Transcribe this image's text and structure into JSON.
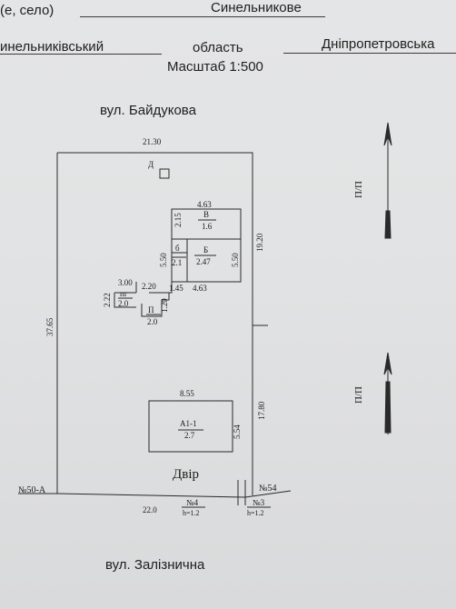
{
  "header": {
    "settlement_type_label": "(е, село)",
    "settlement_value": "Синельникове",
    "district_value": "инельниківський",
    "region_label": "область",
    "region_value": "Дніпропетровська",
    "scale_label": "Масштаб 1:500"
  },
  "streets": {
    "top": "вул. Байдукова",
    "bottom": "вул. Залізнична"
  },
  "plot": {
    "width_top": "21.30",
    "left_side": "37.65",
    "right_upper": "19.20",
    "right_lower": "17.80",
    "bottom_left": "22.0",
    "yard_label": "Двір"
  },
  "buildings": {
    "d_label": "Д",
    "v": {
      "width": "4.63",
      "height": "2.15",
      "name": "В",
      "sub": "1.6"
    },
    "b": {
      "height_left": "5.50",
      "height_right": "5.50",
      "name": "Б",
      "sub": "2.47",
      "width_bottom": "4.63"
    },
    "b_small": {
      "name": "б",
      "sub": "2.1",
      "width_bottom": "1.45"
    },
    "pg": {
      "width": "3.00",
      "height": "2.22",
      "name": "пг",
      "sub": "2.0"
    },
    "p": {
      "width_top": "2.20",
      "height": "1.20",
      "name": "П",
      "sub": "2.0"
    },
    "a1": {
      "width": "8.55",
      "height": "5.54",
      "name": "А1-1",
      "sub": "2.7"
    }
  },
  "neighbors": {
    "left": "№50-А",
    "right": "№54",
    "well4": {
      "name": "№4",
      "h": "h=1.2"
    },
    "well3": {
      "name": "№3",
      "h": "h=1.2"
    }
  },
  "markers": {
    "top": "П/П",
    "bottom": "П/П"
  }
}
